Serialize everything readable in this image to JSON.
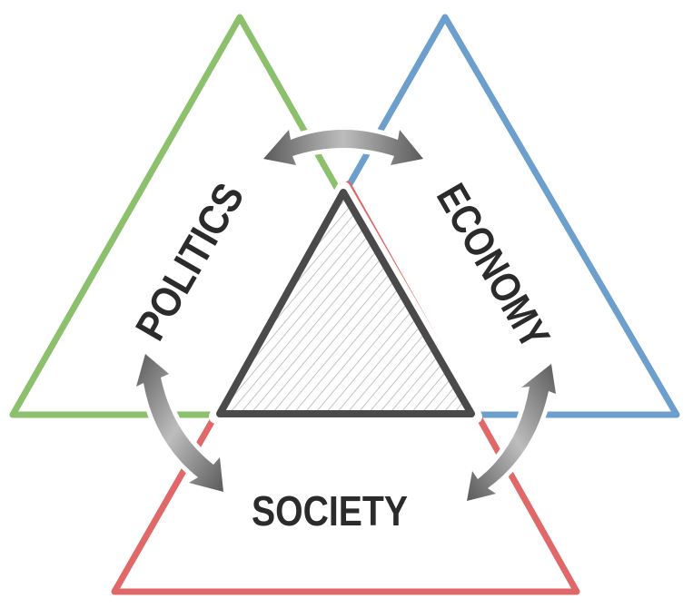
{
  "diagram": {
    "labels": {
      "politics": "POLITICS",
      "economy": "ECONOMY",
      "society": "SOCIETY"
    },
    "colors": {
      "politics_outline": "#8cc06c",
      "economy_outline": "#6c9fcc",
      "society_outline": "#e06868",
      "center_outline": "#4a4a4a",
      "center_hatch": "#b4b4b4",
      "label_text": "#2b2b2b",
      "arrow_dark": "#5a5a5a",
      "arrow_light": "#bdbdbd"
    }
  }
}
